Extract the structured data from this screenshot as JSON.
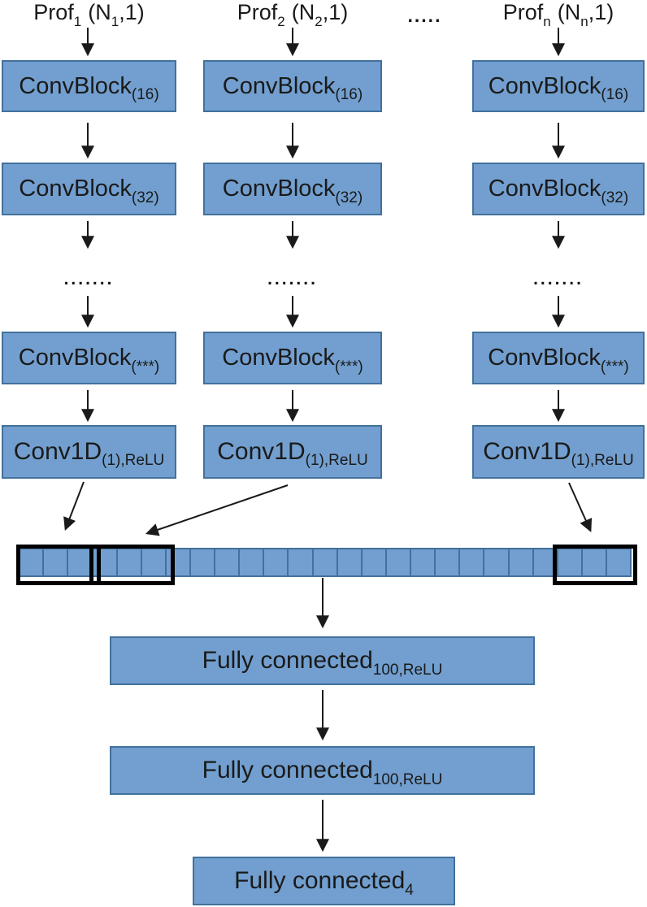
{
  "diagram": {
    "title": "multi-branch CNN architecture",
    "top_ellipsis": ".....",
    "columns": [
      {
        "input": {
          "base": "Prof",
          "base_sub": "1",
          "mid": "(N",
          "mid_sub": "1",
          "tail": ",1)"
        },
        "blocks": [
          {
            "label": "ConvBlock",
            "sub": "(16)"
          },
          {
            "label": "ConvBlock",
            "sub": "(32)"
          },
          {
            "label": "ConvBlock",
            "sub": "(***)"
          },
          {
            "label": "Conv1D",
            "sub": "(1),ReLU"
          }
        ],
        "ellipsis": "......."
      },
      {
        "input": {
          "base": "Prof",
          "base_sub": "2",
          "mid": "(N",
          "mid_sub": "2",
          "tail": ",1)"
        },
        "blocks": [
          {
            "label": "ConvBlock",
            "sub": "(16)"
          },
          {
            "label": "ConvBlock",
            "sub": "(32)"
          },
          {
            "label": "ConvBlock",
            "sub": "(***)"
          },
          {
            "label": "Conv1D",
            "sub": "(1),ReLU"
          }
        ],
        "ellipsis": "......."
      },
      {
        "input": {
          "base": "Prof",
          "base_sub": "n",
          "mid": "(N",
          "mid_sub": "n",
          "tail": ",1)"
        },
        "blocks": [
          {
            "label": "ConvBlock",
            "sub": "(16)"
          },
          {
            "label": "ConvBlock",
            "sub": "(32)"
          },
          {
            "label": "ConvBlock",
            "sub": "(***)"
          },
          {
            "label": "Conv1D",
            "sub": "(1),ReLU"
          }
        ],
        "ellipsis": "......."
      }
    ],
    "bar": {
      "groups": [
        {
          "cells": 3,
          "bold": true
        },
        {
          "cells": 3,
          "bold": true
        },
        {
          "cells": 16,
          "bold": false
        },
        {
          "cells": 3,
          "bold": true
        }
      ]
    },
    "fc_layers": [
      {
        "label": "Fully connected",
        "sub": "100,ReLU"
      },
      {
        "label": "Fully connected",
        "sub": "100,ReLU"
      },
      {
        "label": "Fully connected",
        "sub": "4"
      }
    ],
    "colors": {
      "box_fill": "#729fcf",
      "box_border": "#41719c",
      "bold_outline": "#000000",
      "arrow": "#1a1a1a",
      "text": "#1a1a1a"
    }
  }
}
